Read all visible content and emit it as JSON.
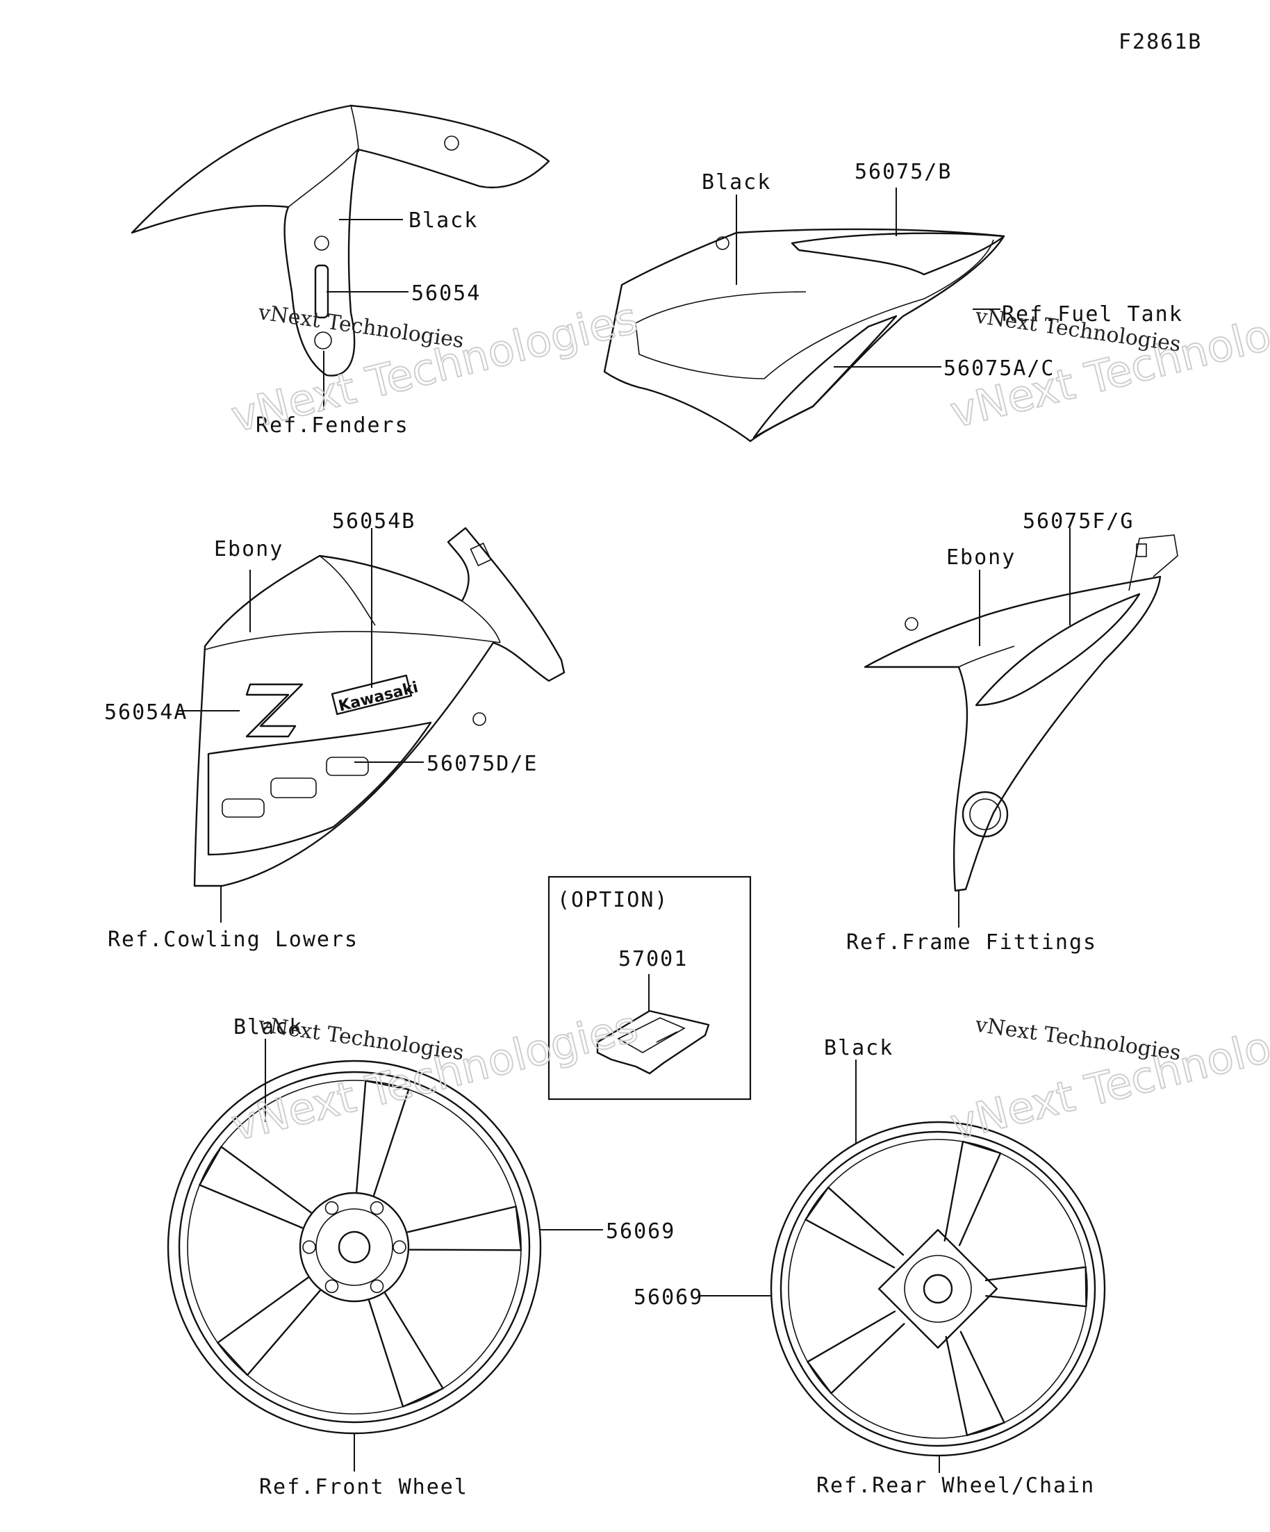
{
  "figure_code": "F2861B",
  "option_box": {
    "title": "(OPTION)",
    "part": "57001"
  },
  "groups": {
    "front_fender": {
      "labels": {
        "color": "Black",
        "part": "56054",
        "ref": "Ref.Fenders"
      }
    },
    "fuel_tank": {
      "labels": {
        "color": "Black",
        "part_b": "56075/B",
        "ref": "Ref.Fuel Tank",
        "part_ac": "56075A/C"
      }
    },
    "cowling": {
      "labels": {
        "color": "Ebony",
        "part_b": "56054B",
        "part_a": "56054A",
        "part_de": "56075D/E",
        "ref": "Ref.Cowling Lowers"
      },
      "logo_text": "Kawasaki"
    },
    "frame_cover": {
      "labels": {
        "color": "Ebony",
        "part": "56075F/G",
        "ref": "Ref.Frame Fittings"
      }
    },
    "front_wheel": {
      "labels": {
        "color": "Black",
        "part": "56069",
        "ref": "Ref.Front Wheel"
      }
    },
    "rear_wheel": {
      "labels": {
        "color": "Black",
        "part": "56069",
        "ref": "Ref.Rear Wheel/Chain"
      }
    }
  },
  "watermark": {
    "big": "vNext Technologies",
    "small": "vNext Technologies"
  },
  "colors": {
    "ink": "#111111",
    "watermark": "#cfcfcf"
  }
}
